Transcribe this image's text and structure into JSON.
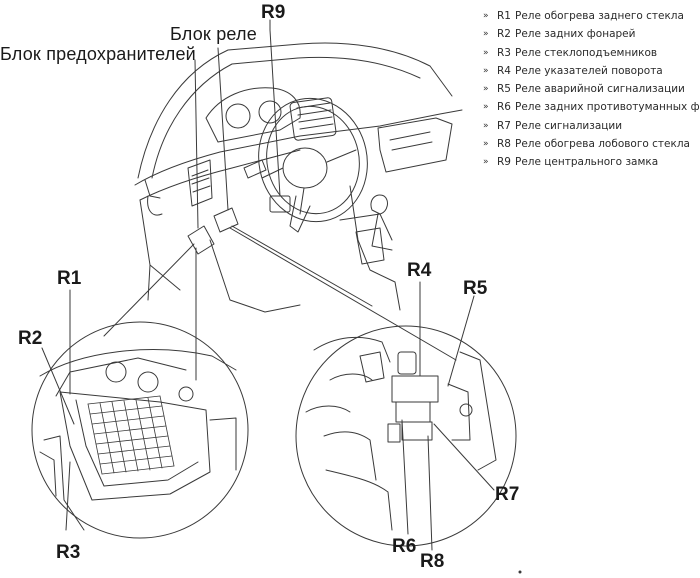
{
  "callouts": {
    "fuse_block": "Блок предохранителей",
    "relay_block": "Блок реле",
    "r9_top": "R9"
  },
  "codes": {
    "r1": "R1",
    "r2": "R2",
    "r3": "R3",
    "r4": "R4",
    "r5": "R5",
    "r6": "R6",
    "r7": "R7",
    "r8": "R8"
  },
  "legend": [
    {
      "code": "R1",
      "text": "Реле обогрева заднего стекла"
    },
    {
      "code": "R2",
      "text": "Реле задних фонарей"
    },
    {
      "code": "R3",
      "text": "Реле стеклоподъемников"
    },
    {
      "code": "R4",
      "text": "Реле указателей поворота"
    },
    {
      "code": "R5",
      "text": "Реле аварийной сигнализации"
    },
    {
      "code": "R6",
      "text": "Реле задних противотуманных фар"
    },
    {
      "code": "R7",
      "text": "Реле сигнализации"
    },
    {
      "code": "R8",
      "text": "Реле обогрева лобового стекла"
    },
    {
      "code": "R9",
      "text": "Реле центрального замка"
    }
  ],
  "colors": {
    "line": "#3a3a3a",
    "text": "#1a1a1a",
    "background": "#ffffff"
  }
}
